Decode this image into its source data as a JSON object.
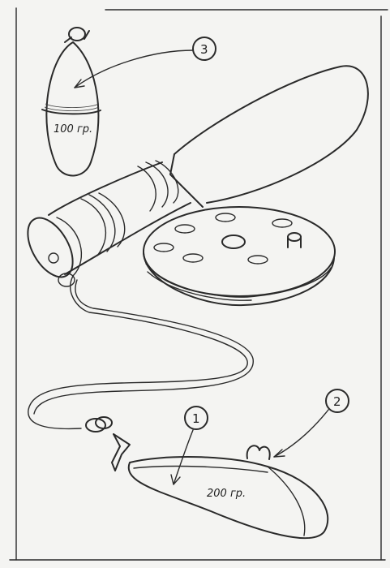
{
  "callouts": [
    {
      "number": "1"
    },
    {
      "number": "2"
    },
    {
      "number": "3"
    }
  ],
  "small_weight_label": "100 гр.",
  "large_weight_label": "200 гр."
}
